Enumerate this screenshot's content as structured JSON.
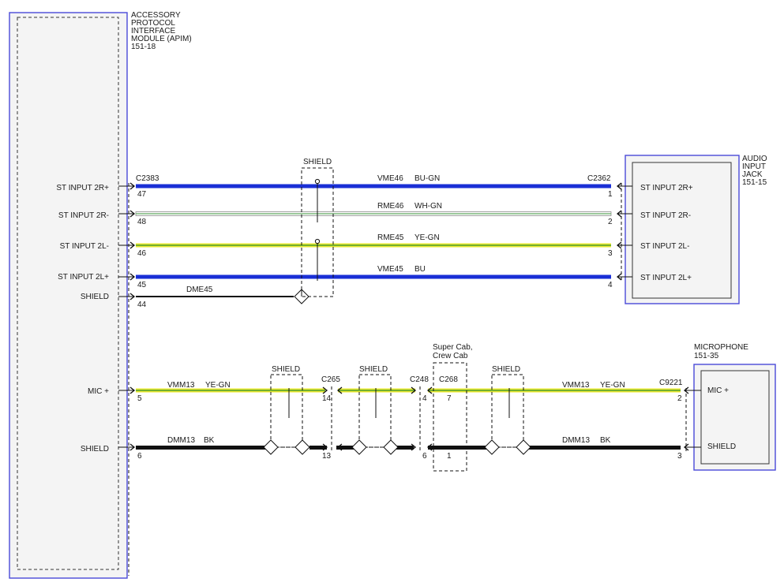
{
  "modules": {
    "apim": {
      "lines": [
        "ACCESSORY",
        "PROTOCOL",
        "INTERFACE",
        "MODULE (APIM)",
        "151-18"
      ]
    },
    "jack": {
      "lines": [
        "AUDIO",
        "INPUT",
        "JACK",
        "151-15"
      ]
    },
    "mic": {
      "lines": [
        "MICROPHONE",
        "151-35"
      ]
    }
  },
  "connectors": {
    "c2383": "C2383",
    "c2362": "C2362",
    "c265": "C265",
    "c248": "C248",
    "c268": "C268",
    "c9221": "C9221"
  },
  "shield_label": "SHIELD",
  "super_cab": [
    "Super Cab,",
    "Crew Cab"
  ],
  "audio_circuits": [
    {
      "left_label": "ST INPUT 2R+",
      "right_label": "ST INPUT 2R+",
      "pin_left": "47",
      "pin_right": "1",
      "circuit": "VME46",
      "color_code": "BU-GN",
      "wire": "#1a2fd6",
      "stripe": "#1a2fd6"
    },
    {
      "left_label": "ST INPUT 2R-",
      "right_label": "ST INPUT 2R-",
      "pin_left": "48",
      "pin_right": "2",
      "circuit": "RME46",
      "color_code": "WH-GN",
      "wire": "#ffffff",
      "stripe": "#5fa85f"
    },
    {
      "left_label": "ST INPUT 2L-",
      "right_label": "ST INPUT 2L-",
      "pin_left": "46",
      "pin_right": "3",
      "circuit": "RME45",
      "color_code": "YE-GN",
      "wire": "#e8e830",
      "stripe": "#2f8f2f"
    },
    {
      "left_label": "ST INPUT 2L+",
      "right_label": "ST INPUT 2L+",
      "pin_left": "45",
      "pin_right": "4",
      "circuit": "VME45",
      "color_code": "BU",
      "wire": "#1a2fd6",
      "stripe": "#1a2fd6"
    }
  ],
  "audio_shield": {
    "left_label": "SHIELD",
    "pin": "44",
    "circuit": "DME45"
  },
  "mic_circuit": {
    "left_label": "MIC +",
    "right_label": "MIC +",
    "pin_left": "5",
    "pin_right": "2",
    "pin_c265": "14",
    "pin_c248": "4",
    "pin_c268": "7",
    "circuit_left": "VMM13",
    "code_left": "YE-GN",
    "circuit_right": "VMM13",
    "code_right": "YE-GN",
    "wire": "#e8e830",
    "stripe": "#2f8f2f"
  },
  "mic_shield": {
    "left_label": "SHIELD",
    "right_label": "SHIELD",
    "pin_left": "6",
    "pin_right": "3",
    "pin_c265": "13",
    "pin_c248": "6",
    "pin_c268": "1",
    "circuit_left": "DMM13",
    "code_left": "BK",
    "circuit_right": "DMM13",
    "code_right": "BK",
    "wire": "#111111"
  }
}
